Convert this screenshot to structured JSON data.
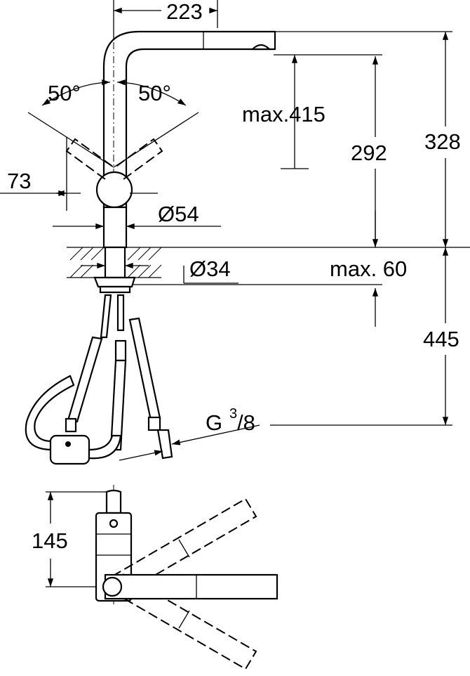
{
  "title": "Faucet dimension drawing",
  "dimensions": {
    "spout_reach": "223",
    "angle_left": "50°",
    "angle_right": "50°",
    "handle_offset": "73",
    "max_height_pullout": "max.415",
    "outlet_height": "292",
    "total_height": "328",
    "body_diameter": "Ø54",
    "hole_diameter": "Ø34",
    "max_counter_thickness": "max. 60",
    "hose_length": "445",
    "connection_thread_prefix": "G",
    "connection_thread_num": "3",
    "connection_thread_den": "/8",
    "top_view_depth": "145"
  }
}
